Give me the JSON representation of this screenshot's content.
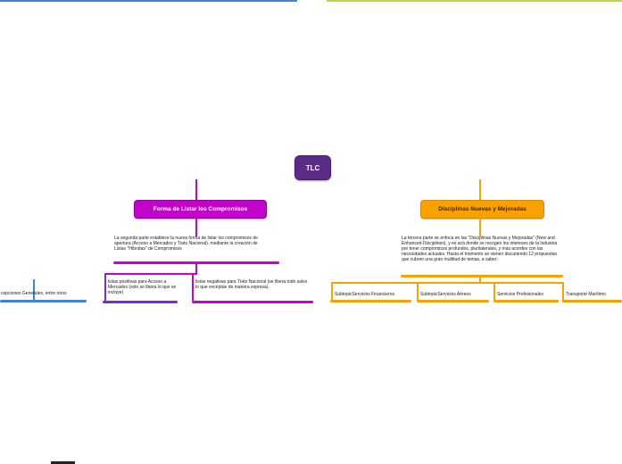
{
  "root": {
    "label": "TLC"
  },
  "branches": {
    "left_topic": {
      "title": "Forma de Listar los Compromisos",
      "description": "La segunda parte establece la nueva forma de listar los compromisos de apertura (Acceso a Mercados y Trato Nacional), mediante la creación de Listas \"Híbridas\" de Compromisos",
      "children": [
        {
          "label": "listas positivas para Acceso a Mercados (solo se libera lo que se incluye)"
        },
        {
          "label": "listas negativas para Trato Nacional (se libera todo salvo lo que exceptúe de manera expresa)."
        }
      ]
    },
    "right_topic": {
      "title": "Disciplinas Nuevas y Mejoradas",
      "description": "La tercera parte se enfoca en las \"Disciplinas Nuevas y Mejoradas\" (New and Enhanced Disciplines), y es acá donde se recogen los intereses de la industria por tener compromisos profundos, plurilaterales, y más acordes con las necesidades actuales. Hasta el momento se vienen discutiendo 12 propuestas que cubren una gran multitud de temas, a saber:",
      "children": [
        {
          "label": "SubtopicServicios Financieros"
        },
        {
          "label": "SubtopicServicios Aéreos"
        },
        {
          "label": "Servicios Profesionales"
        },
        {
          "label": "Transporte Marítimo"
        }
      ]
    },
    "far_left_node": {
      "label": "cepciones Generales, entre otros"
    }
  },
  "colors": {
    "root_purple": "#5b2c87",
    "root_purple_border": "#46206b",
    "blue": "#3f82d9",
    "green": "#b6d94c",
    "magenta": "#cc00cc",
    "magenta_fill": "#c203c8",
    "magenta_border": "#8f00a0",
    "violet": "#7d2ccc",
    "orange": "#f9a100",
    "orange_border": "#d88a00"
  }
}
